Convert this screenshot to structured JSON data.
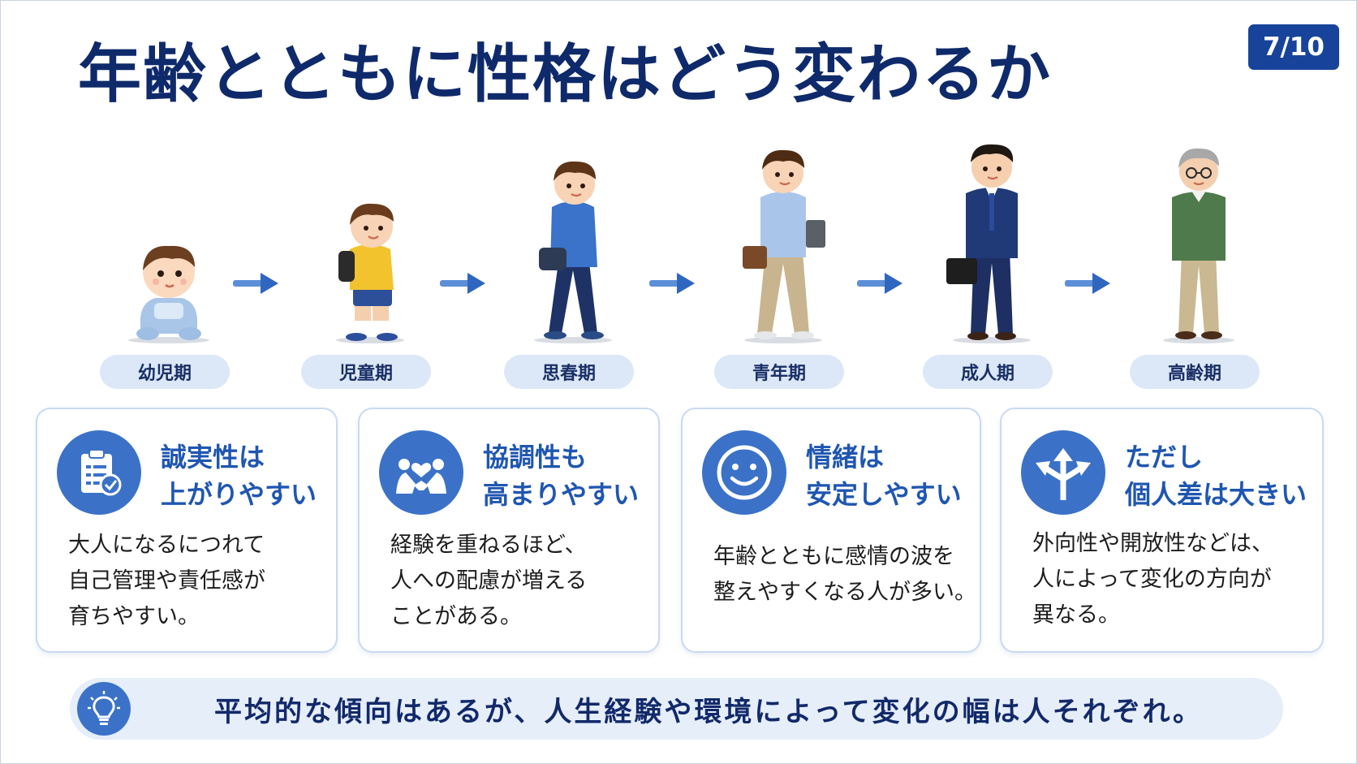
{
  "slide": {
    "title": "年齢とともに性格はどう変わるか",
    "page_indicator": "7/10"
  },
  "stages": [
    {
      "label": "幼児期"
    },
    {
      "label": "児童期"
    },
    {
      "label": "思春期"
    },
    {
      "label": "青年期"
    },
    {
      "label": "成人期"
    },
    {
      "label": "高齢期"
    }
  ],
  "cards": [
    {
      "icon": "clipboard-check-icon",
      "heading_line1": "誠実性は",
      "heading_line2": "上がりやすい",
      "body": [
        "大人になるにつれて",
        "自己管理や責任感が",
        "育ちやすい。"
      ]
    },
    {
      "icon": "heart-handshake-icon",
      "heading_line1": "協調性も",
      "heading_line2": "高まりやすい",
      "body": [
        "経験を重ねるほど、",
        "人への配慮が増える",
        "ことがある。"
      ]
    },
    {
      "icon": "smiley-face-icon",
      "heading_line1": "情緒は",
      "heading_line2": "安定しやすい",
      "body": [
        "年齢とともに感情の波を",
        "整えやすくなる人が多い。"
      ]
    },
    {
      "icon": "diverging-arrows-icon",
      "heading_line1": "ただし",
      "heading_line2": "個人差は大きい",
      "body": [
        "外向性や開放性などは、",
        "人によって変化の方向が",
        "異なる。"
      ]
    }
  ],
  "footer": {
    "icon": "lightbulb-icon",
    "text": "平均的な傾向はあるが、人生経験や環境によって変化の幅は人それぞれ。"
  },
  "colors": {
    "title": "#0f2a6b",
    "accent": "#3b72c8",
    "card_heading": "#1f56b0",
    "pill_bg": "#dce8f7",
    "badge_bg": "#17449a"
  }
}
